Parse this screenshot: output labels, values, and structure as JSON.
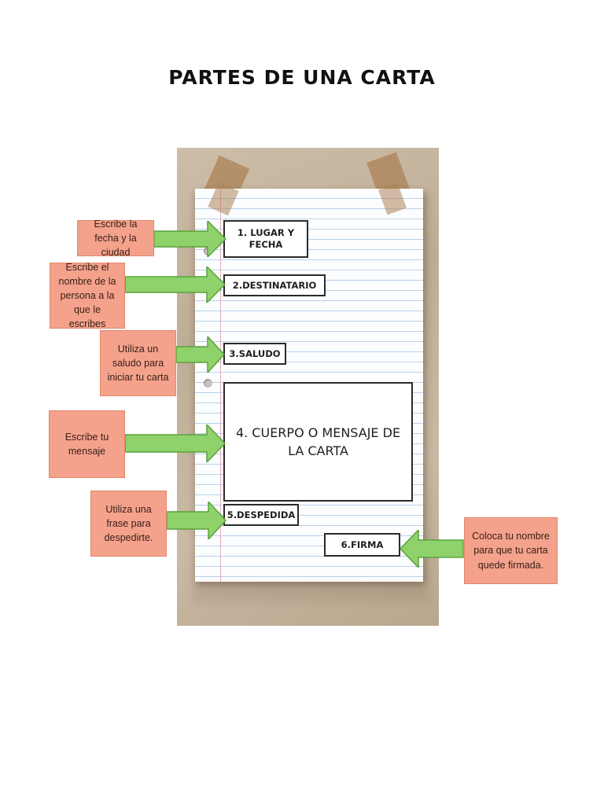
{
  "title": "PARTES DE UNA CARTA",
  "colors": {
    "note_fill": "#f4a28c",
    "arrow_fill": "#8fd16a",
    "arrow_edge": "#5aa23c",
    "board": "#c8b8a2",
    "paper_line": "#b9d1ea",
    "margin_line": "#e5a9b7"
  },
  "parts": [
    {
      "label": "1. LUGAR Y FECHA",
      "note": "Escribe la fecha y la ciudad"
    },
    {
      "label": "2.DESTINATARIO",
      "note": "Escribe el nombre de la persona a la que le escribes"
    },
    {
      "label": "3.SALUDO",
      "note": "Utiliza un saludo para iniciar tu carta"
    },
    {
      "label": "4. CUERPO O MENSAJE DE LA CARTA",
      "note": "Escribe tu mensaje"
    },
    {
      "label": "5.DESPEDIDA",
      "note": "Utiliza una frase para despedirte."
    },
    {
      "label": "6.FIRMA",
      "note": "Coloca tu nombre para que tu carta quede firmada."
    }
  ]
}
